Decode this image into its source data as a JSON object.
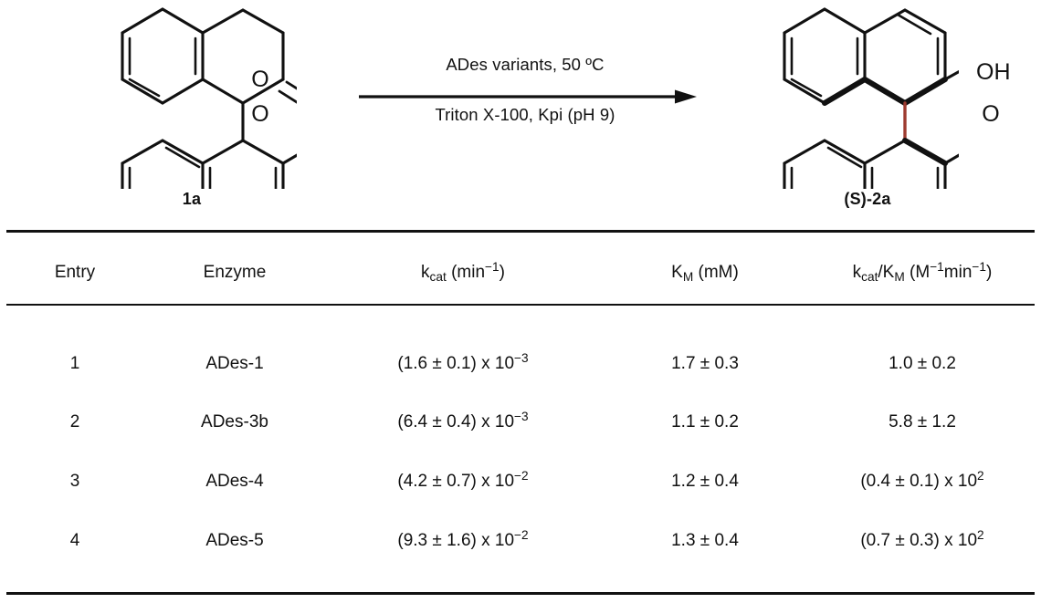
{
  "scheme": {
    "substrate": {
      "label": "1a",
      "atom_labels": [
        "O",
        "O"
      ],
      "name": "substrate-1a"
    },
    "product": {
      "label": "(S)-2a",
      "atom_labels": [
        "OH",
        "O"
      ],
      "axis_bond_color": "#9e3b30",
      "name": "product-S-2a"
    },
    "arrow": {
      "conditions_top": "ADes variants, 50 ºC",
      "conditions_bottom": "Triton X-100, Kpi (pH 9)"
    }
  },
  "table": {
    "headers": {
      "entry": "Entry",
      "enzyme": "Enzyme",
      "kcat_main": "k",
      "kcat_sub": "cat",
      "kcat_units_pre": " (min",
      "kcat_units_sup": "−1",
      "kcat_units_post": ")",
      "km_main": "K",
      "km_sub": "M",
      "km_units": " (mM)",
      "kcatkm_k": "k",
      "kcatkm_ksub": "cat",
      "kcatkm_slash": "/K",
      "kcatkm_msub": "M",
      "kcatkm_units_pre": " (M",
      "kcatkm_units_sup1": "−1",
      "kcatkm_units_mid": "min",
      "kcatkm_units_sup2": "−1",
      "kcatkm_units_post": ")"
    },
    "rows": [
      {
        "entry": "1",
        "enzyme": "ADes-1",
        "kcat_mantissa": "(1.6 ± 0.1) x 10",
        "kcat_exp": "−3",
        "km": "1.7 ± 0.3",
        "kcatkm_mantissa": "1.0 ± 0.2",
        "kcatkm_exp": ""
      },
      {
        "entry": "2",
        "enzyme": "ADes-3b",
        "kcat_mantissa": "(6.4 ± 0.4) x 10",
        "kcat_exp": "−3",
        "km": "1.1 ± 0.2",
        "kcatkm_mantissa": "5.8 ± 1.2",
        "kcatkm_exp": ""
      },
      {
        "entry": "3",
        "enzyme": "ADes-4",
        "kcat_mantissa": "(4.2 ± 0.7) x 10",
        "kcat_exp": "−2",
        "km": "1.2 ± 0.4",
        "kcatkm_mantissa": "(0.4 ± 0.1) x 10",
        "kcatkm_exp": "2"
      },
      {
        "entry": "4",
        "enzyme": "ADes-5",
        "kcat_mantissa": "(9.3 ± 1.6) x 10",
        "kcat_exp": "−2",
        "km": "1.3 ± 0.4",
        "kcatkm_mantissa": "(0.7 ± 0.3) x 10",
        "kcatkm_exp": "2"
      }
    ]
  },
  "chart_data": {
    "type": "table",
    "title": "Michaelis-Menten kinetic parameters of ADes variants",
    "columns": [
      "Entry",
      "kcat (min^-1)",
      "KM (mM)",
      "kcat/KM (M^-1 min^-1)"
    ],
    "categories": [
      "ADes-1",
      "ADes-3b",
      "ADes-4",
      "ADes-5"
    ],
    "series": [
      {
        "name": "kcat (min^-1)",
        "values": [
          0.0016,
          0.0064,
          0.042,
          0.093
        ],
        "errors": [
          0.0001,
          0.0004,
          0.007,
          0.016
        ]
      },
      {
        "name": "KM (mM)",
        "values": [
          1.7,
          1.1,
          1.2,
          1.3
        ],
        "errors": [
          0.3,
          0.2,
          0.4,
          0.4
        ]
      },
      {
        "name": "kcat/KM (M^-1 min^-1)",
        "values": [
          1.0,
          5.8,
          40,
          70
        ],
        "errors": [
          0.2,
          1.2,
          10,
          30
        ]
      }
    ]
  }
}
